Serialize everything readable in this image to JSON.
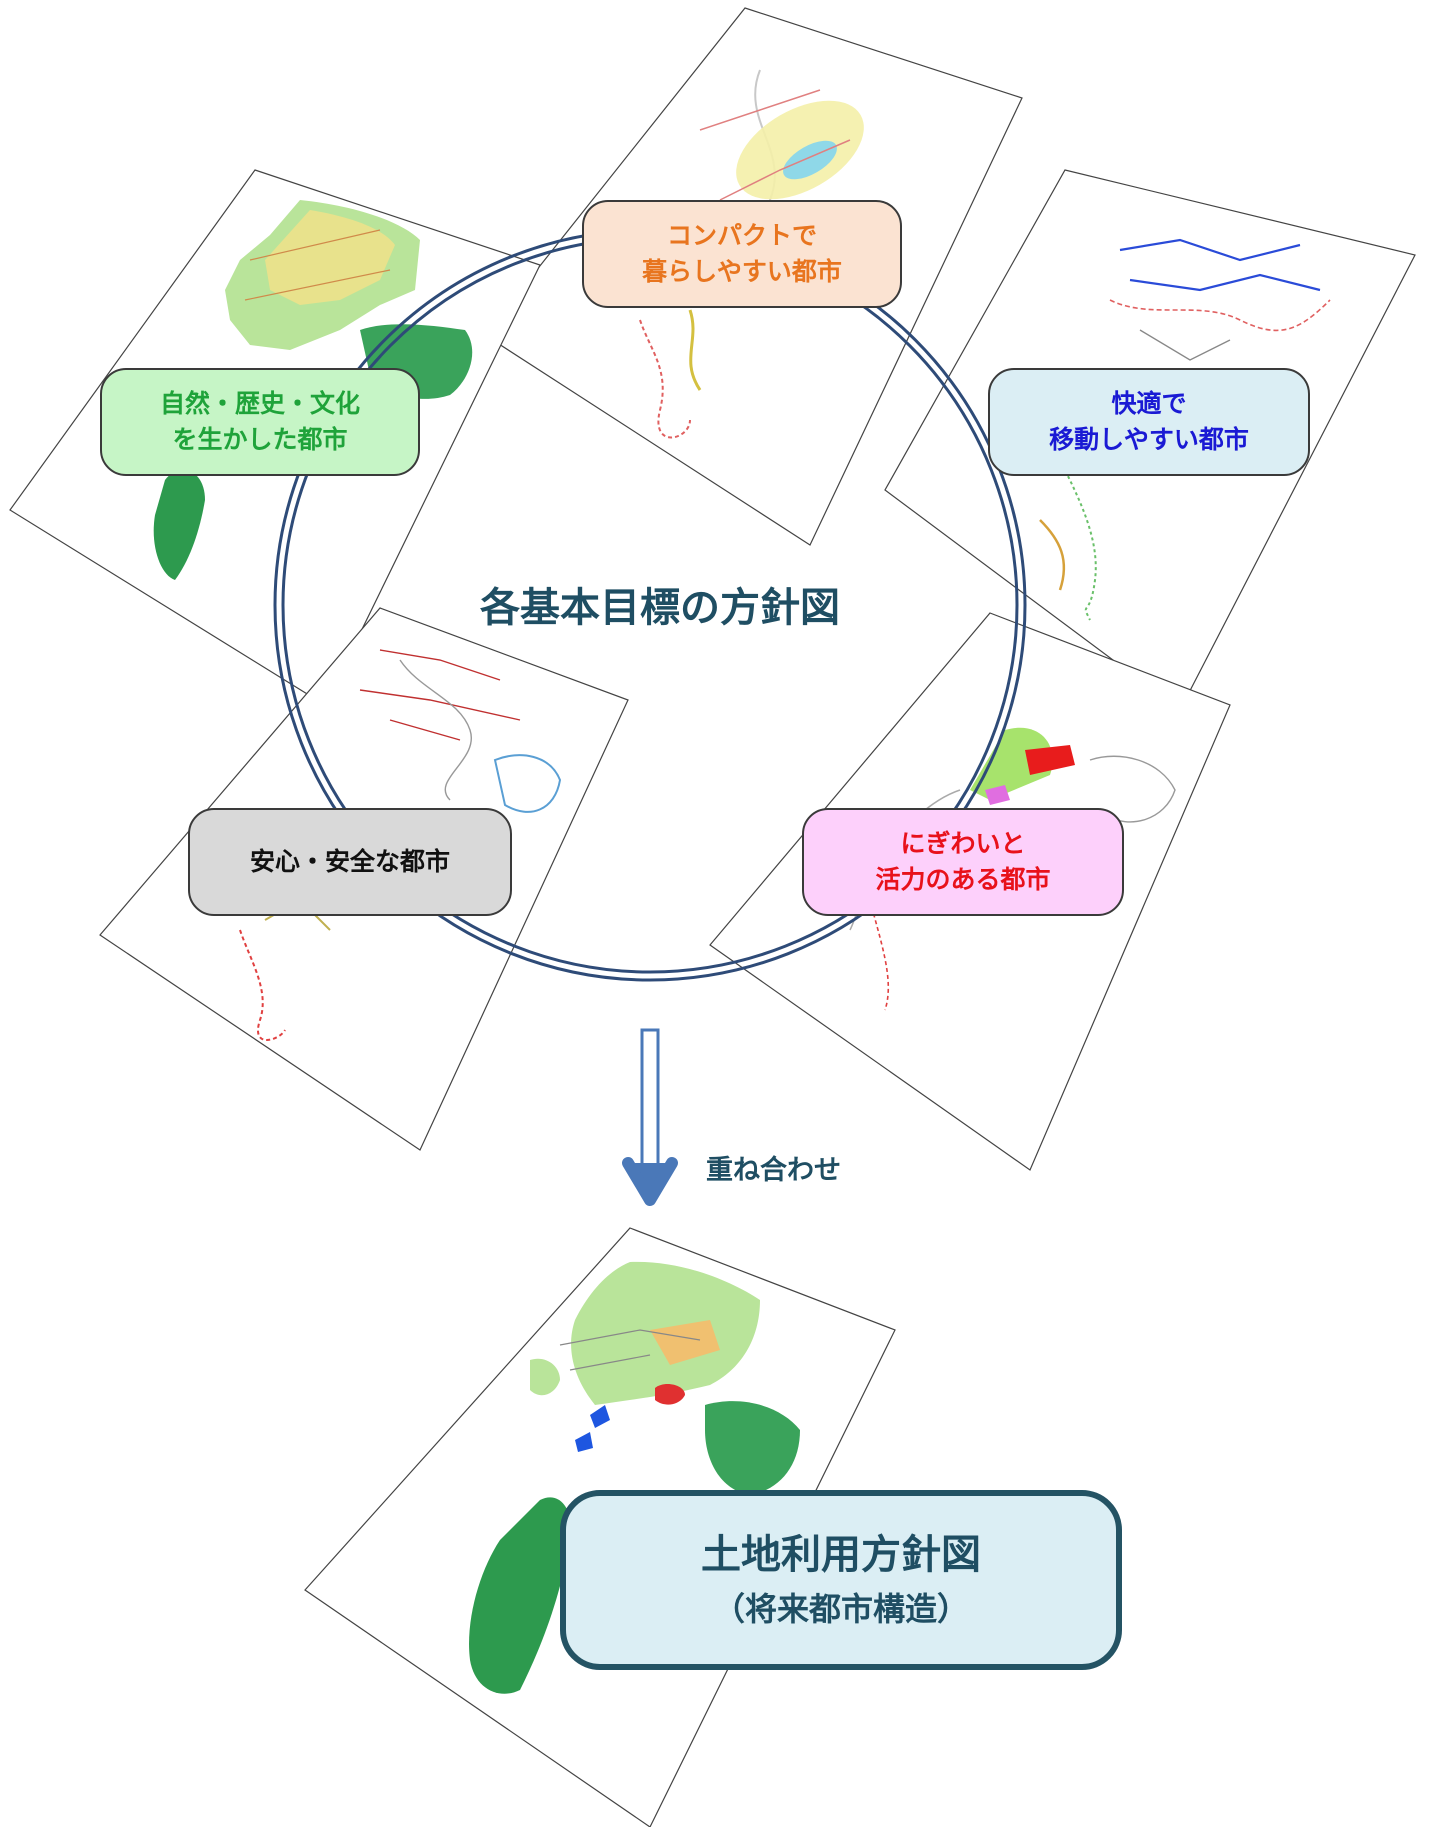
{
  "center_title": "各基本目標の方針図",
  "overlay_label": "重ね合わせ",
  "goals": [
    {
      "line1": "自然・歴史・文化",
      "line2": "を生かした都市",
      "bg": "#c6f5c6",
      "color": "#1fa33a"
    },
    {
      "line1": "コンパクトで",
      "line2": "暮らしやすい都市",
      "bg": "#fbe3d2",
      "color": "#e8751f"
    },
    {
      "line1": "快適で",
      "line2": "移動しやすい都市",
      "bg": "#dbeef4",
      "color": "#1a1ad4"
    },
    {
      "line1": "安心・安全な都市",
      "line2": "",
      "bg": "#d9d9d9",
      "color": "#111111"
    },
    {
      "line1": "にぎわいと",
      "line2": "活力のある都市",
      "bg": "#fdd0fb",
      "color": "#e8111b"
    }
  ],
  "final_map": {
    "title": "土地利用方針図",
    "subtitle": "（将来都市構造）"
  },
  "colors": {
    "ring": "#2e4b78",
    "arrow": "#4a78b8",
    "accent": "#245364"
  }
}
